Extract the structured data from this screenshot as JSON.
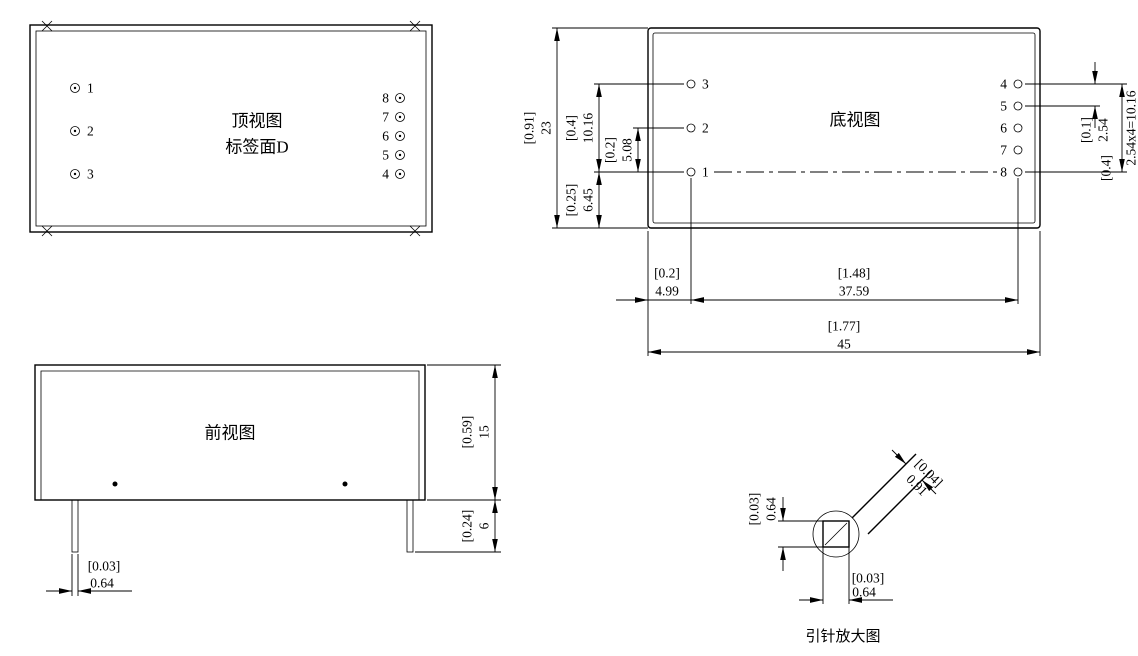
{
  "meta": {
    "background": "#ffffff",
    "line_color": "#000000",
    "drawing_type": "module-package-outline-drawing"
  },
  "top": {
    "title1": "顶视图",
    "title2": "标签面D",
    "pins_left": [
      "1",
      "2",
      "3"
    ],
    "pins_right": [
      "8",
      "7",
      "6",
      "5",
      "4"
    ]
  },
  "bottom": {
    "title": "底视图",
    "pins_left": [
      "3",
      "2",
      "1"
    ],
    "pins_right": [
      "4",
      "5",
      "6",
      "7",
      "8"
    ],
    "dims": {
      "height": {
        "in": "[0.91]",
        "mm": "23"
      },
      "pins_left_span": {
        "in": "[0.4]",
        "mm": "10.16"
      },
      "pins_left_pitch": {
        "in": "[0.2]",
        "mm": "5.08"
      },
      "pin1_to_edge": {
        "in": "[0.25]",
        "mm": "6.45"
      },
      "pins_right_pitch": {
        "in": "[0.1]",
        "mm": "2.54"
      },
      "pins_right_span": {
        "in": "[0.4]",
        "mm": "2.54x4=10.16"
      },
      "edge_to_pin1": {
        "in": "[0.2]",
        "mm": "4.99"
      },
      "pin1_to_pin8": {
        "in": "[1.48]",
        "mm": "37.59"
      },
      "width": {
        "in": "[1.77]",
        "mm": "45"
      }
    }
  },
  "front": {
    "title": "前视图",
    "dims": {
      "body_height": {
        "in": "[0.59]",
        "mm": "15"
      },
      "pin_length": {
        "in": "[0.24]",
        "mm": "6"
      },
      "pin_width": {
        "in": "[0.03]",
        "mm": "0.64"
      }
    }
  },
  "detail": {
    "caption": "引针放大图",
    "dims": {
      "height": {
        "in": "[0.03]",
        "mm": "0.64"
      },
      "width": {
        "in": "[0.03]",
        "mm": "0.64"
      },
      "diagonal": {
        "in": "[0.04]",
        "mm": "0.91"
      }
    }
  }
}
